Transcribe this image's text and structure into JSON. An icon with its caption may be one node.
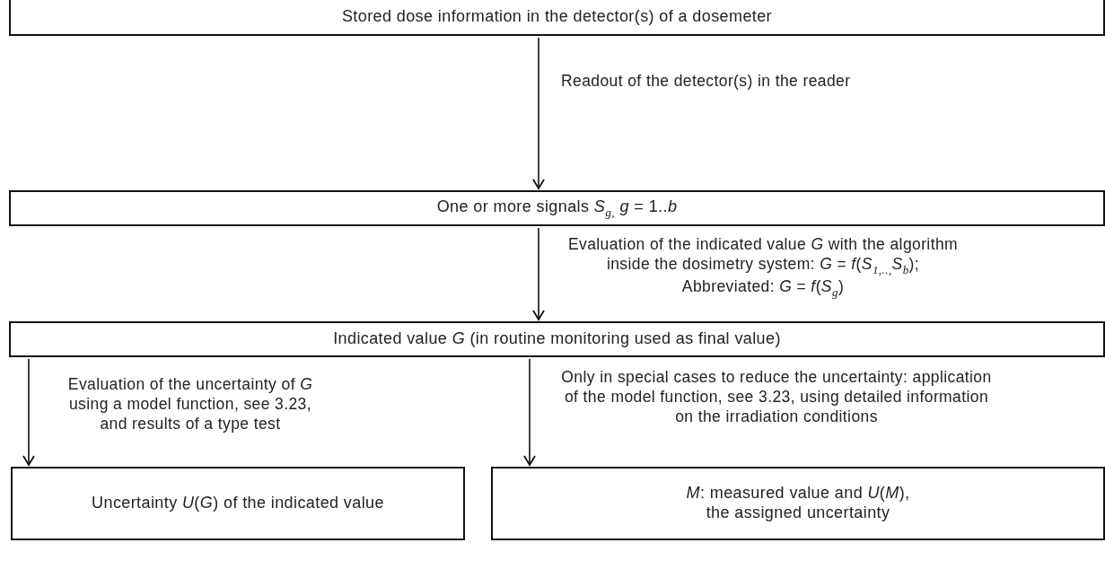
{
  "diagram": {
    "nodes": [
      {
        "text": [
          "Stored dose information in the detector(s) of a dosemeter"
        ]
      },
      {
        "text": [
          "One or more signals *S*$_{g,}$ *g* = 1..*b*"
        ]
      },
      {
        "text": [
          "Indicated value *G* (in routine monitoring used as final value)"
        ]
      },
      {
        "text": [
          "Uncertainty *U*(*G*) of the indicated value"
        ]
      },
      {
        "text": [
          "*M*: measured value and *U*(*M*), the assigned uncertainty"
        ]
      }
    ],
    "edges": [
      {
        "from": 0,
        "to": 1,
        "arrow": "to",
        "label": "Readout of the detector(s) in the reader"
      },
      {
        "from": 1,
        "to": 2,
        "arrow": "to",
        "label": "Evaluation of the indicated value *G* with the algorithm inside the dosimetry system: *G* = *f*(*S*$_{1,..,}$*S*$_{b}$); Abbreviated: *G* = *f*(*S*$_{g}$)"
      },
      {
        "from": 2,
        "to": 3,
        "arrow": "to",
        "label": "Evaluation of the uncertainty of *G* using a model function, see 3.23, and results of a type test"
      },
      {
        "from": 2,
        "to": 4,
        "arrow": "to",
        "label": "Only in special cases to reduce the uncertainty: application of the model function, see 3.23, using detailed information on the irradiation conditions"
      }
    ]
  }
}
